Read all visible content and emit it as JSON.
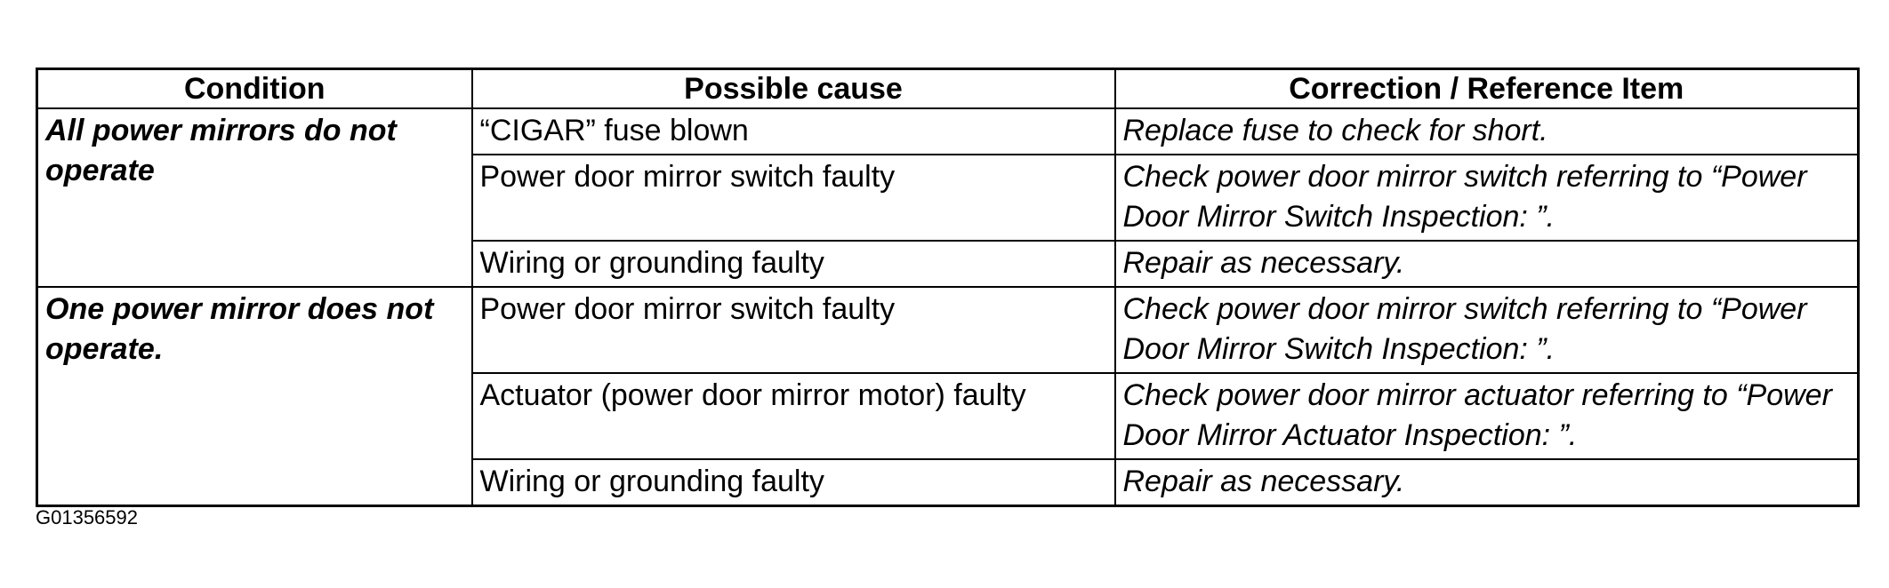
{
  "table": {
    "headers": {
      "condition": "Condition",
      "cause": "Possible cause",
      "correction": "Correction / Reference Item"
    },
    "groups": [
      {
        "condition": "All power mirrors do not operate",
        "rows": [
          {
            "cause": "“CIGAR” fuse blown",
            "correction": "Replace fuse to check for short."
          },
          {
            "cause": "Power door mirror switch faulty",
            "correction": "Check power door mirror switch referring to “Power Door Mirror Switch Inspection: ”."
          },
          {
            "cause": "Wiring or grounding faulty",
            "correction": "Repair as necessary."
          }
        ]
      },
      {
        "condition": "One power mirror does not operate.",
        "rows": [
          {
            "cause": "Power door mirror switch faulty",
            "correction": "Check power door mirror switch referring to “Power Door Mirror Switch Inspection: ”."
          },
          {
            "cause": "Actuator (power door mirror motor) faulty",
            "correction": "Check power door mirror actuator referring to “Power Door Mirror Actuator Inspection: ”."
          },
          {
            "cause": "Wiring or grounding faulty",
            "correction": "Repair as necessary."
          }
        ]
      }
    ]
  },
  "figure_id": "G01356592"
}
